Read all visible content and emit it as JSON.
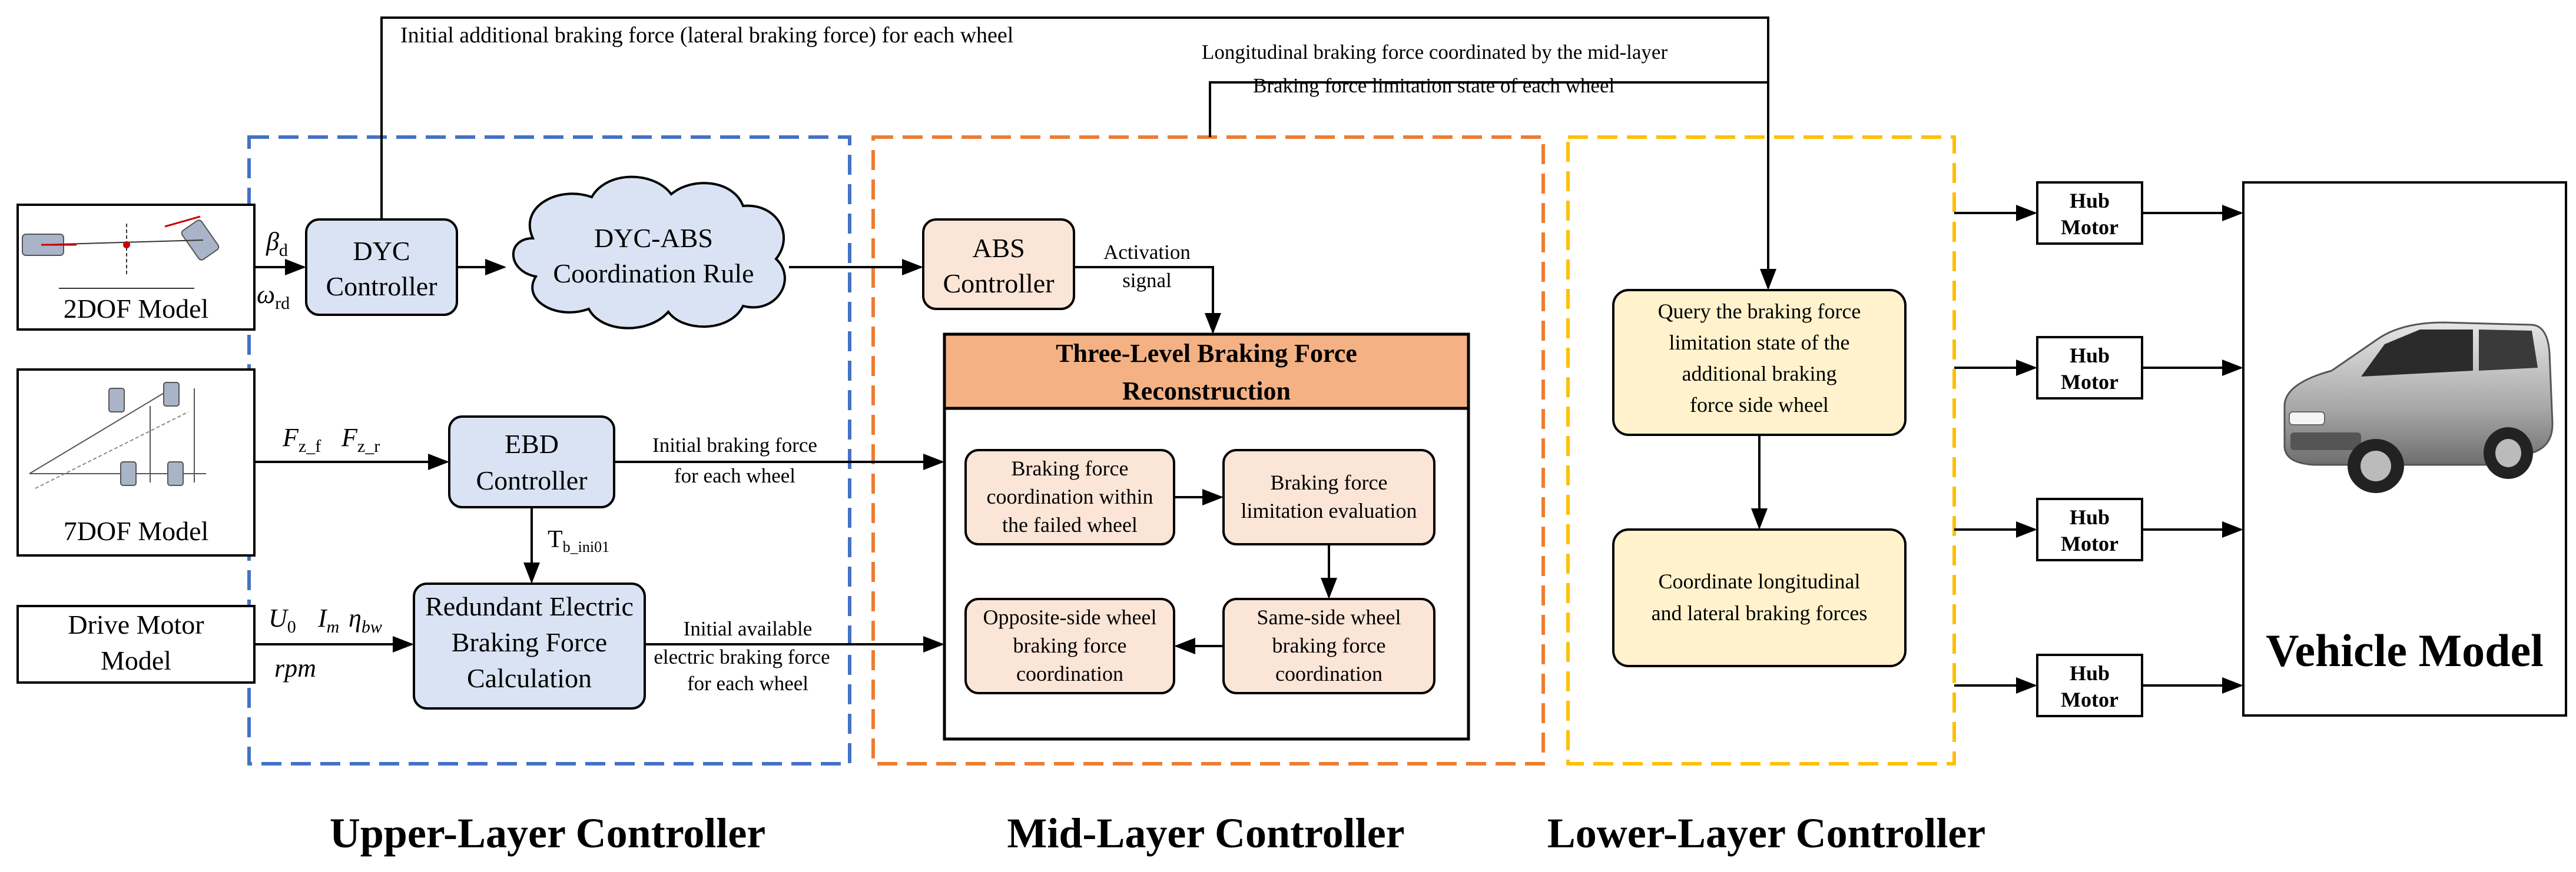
{
  "layers": {
    "upper": "Upper-Layer Controller",
    "mid": "Mid-Layer Controller",
    "lower": "Lower-Layer Controller"
  },
  "models": {
    "dof2": "2DOF Model",
    "dof7": "7DOF Model",
    "drive_motor": [
      "Drive Motor",
      "Model"
    ],
    "vehicle": "Vehicle Model"
  },
  "boxes": {
    "dyc": [
      "DYC",
      "Controller"
    ],
    "dyc_abs": [
      "DYC-ABS",
      "Coordination Rule"
    ],
    "ebd": [
      "EBD",
      "Controller"
    ],
    "redundant": [
      "Redundant Electric",
      "Braking Force",
      "Calculation"
    ],
    "abs": [
      "ABS",
      "Controller"
    ],
    "three_level": [
      "Three-Level Braking Force",
      "Reconstruction"
    ],
    "failed_wheel": [
      "Braking force",
      "coordination within",
      "the failed wheel"
    ],
    "limit_eval": [
      "Braking force",
      "limitation evaluation"
    ],
    "same_side": [
      "Same-side wheel",
      "braking force",
      "coordination"
    ],
    "opposite_side": [
      "Opposite-side wheel",
      "braking force",
      "coordination"
    ],
    "query": [
      "Query the braking force",
      "limitation state of the",
      "additional braking",
      "force side wheel"
    ],
    "coordinate": [
      "Coordinate longitudinal",
      "and lateral braking forces"
    ]
  },
  "hub_motor": [
    "Hub",
    "Motor"
  ],
  "signals": {
    "lateral": "Initial additional braking force (lateral braking force) for each wheel",
    "longitudinal": "Longitudinal braking force coordinated by the mid-layer",
    "limitation_state": "Braking force limitation state of each wheel",
    "activation": [
      "Activation",
      "signal"
    ],
    "initial_braking": [
      "Initial braking force",
      "for each wheel"
    ],
    "initial_available": [
      "Initial available",
      "electric braking force",
      "for each wheel"
    ],
    "beta_d": "β",
    "beta_d_sub": "d",
    "omega_rd": "ω",
    "omega_rd_sub": "rd",
    "fzf": "F",
    "fzf_sub": "z_f",
    "fzr": "F",
    "fzr_sub": "z_r",
    "tb": "T",
    "tb_sub": "b_ini01",
    "u0": "U",
    "u0_sub": "0",
    "im": "I",
    "im_sub": "m",
    "eta": "η",
    "eta_sub": "bw",
    "rpm": "rpm"
  },
  "colors": {
    "upper_dash": "#4472c4",
    "mid_dash": "#ed7d31",
    "lower_dash": "#ffc000",
    "blue_fill": "#dae3f3",
    "peach_fill": "#fbe5d6",
    "orange_header": "#f4b183",
    "yellow_fill": "#fff2cc"
  }
}
